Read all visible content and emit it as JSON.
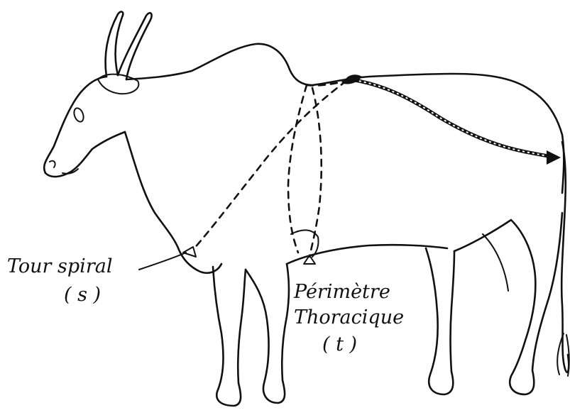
{
  "labels": {
    "spiral_name": "Tour spiral",
    "spiral_symbol": "( s )",
    "thoracic_line1": "Périmètre",
    "thoracic_line2": "Thoracique",
    "thoracic_symbol": "( t )"
  }
}
